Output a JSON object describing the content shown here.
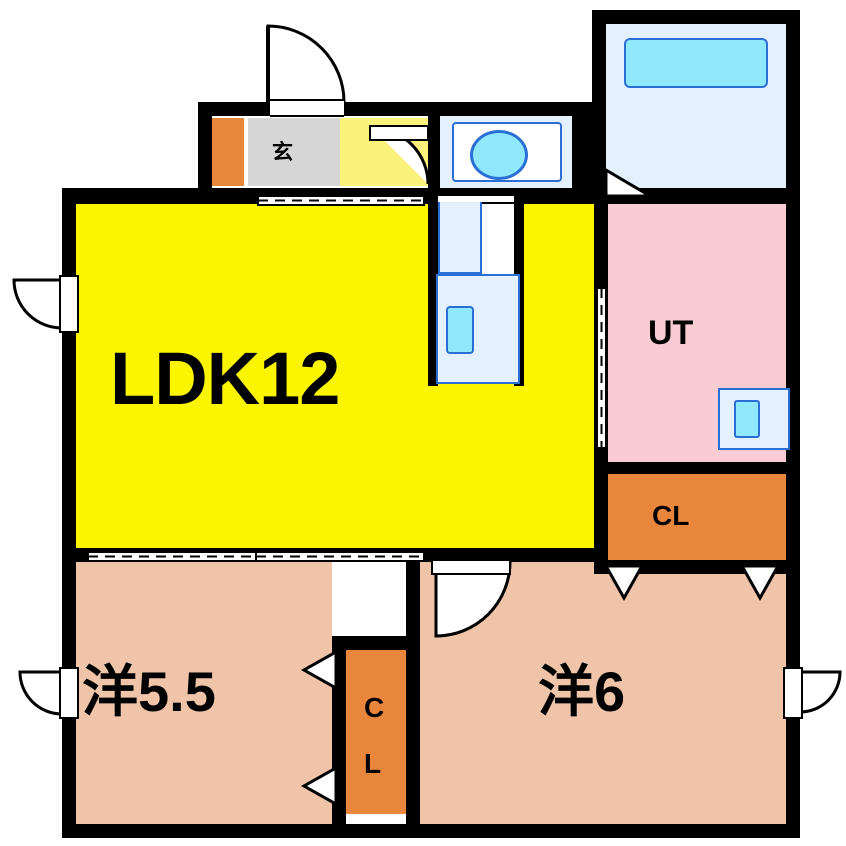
{
  "diagram": {
    "type": "floor-plan",
    "title": "Apartment floor plan (2LDK)",
    "colors": {
      "ldk_fill": "#fbf500",
      "room_fill": "#efc4a8",
      "utility_fill": "#f9ccd4",
      "closet_fill": "#e8873c",
      "water_fill": "#e4f0fb",
      "tub_fill": "#8fe8fb",
      "entry_fill": "#d6d6d6",
      "wall": "#000000",
      "fixture_outline": "#2a6fd6"
    },
    "rooms": [
      {
        "id": "ldk",
        "label": "LDK12",
        "kind": "living-dining-kitchen"
      },
      {
        "id": "washitsu-55",
        "label": "洋5.5",
        "kind": "western-room"
      },
      {
        "id": "washitsu-6",
        "label": "洋6",
        "kind": "western-room"
      },
      {
        "id": "ut",
        "label": "UT",
        "kind": "utility"
      },
      {
        "id": "entrance",
        "label": "玄",
        "kind": "entrance"
      },
      {
        "id": "closet-ut",
        "label": "CL",
        "kind": "closet"
      },
      {
        "id": "closet-mid",
        "label": "CL",
        "kind": "closet"
      }
    ],
    "fixtures": [
      {
        "id": "bathtub",
        "name": "bathtub"
      },
      {
        "id": "toilet",
        "name": "toilet"
      },
      {
        "id": "kitchen-sink",
        "name": "kitchen-sink"
      },
      {
        "id": "washer-pan",
        "name": "washing-machine-pan"
      },
      {
        "id": "shoe-box",
        "name": "shoe-cabinet"
      }
    ],
    "labels": {
      "ldk": "LDK12",
      "ut": "UT",
      "cl_upper": "CL",
      "cl_mid_line1": "C",
      "cl_mid_line2": "L",
      "room_a": "洋5.5",
      "room_b": "洋6",
      "entrance": "玄"
    }
  }
}
